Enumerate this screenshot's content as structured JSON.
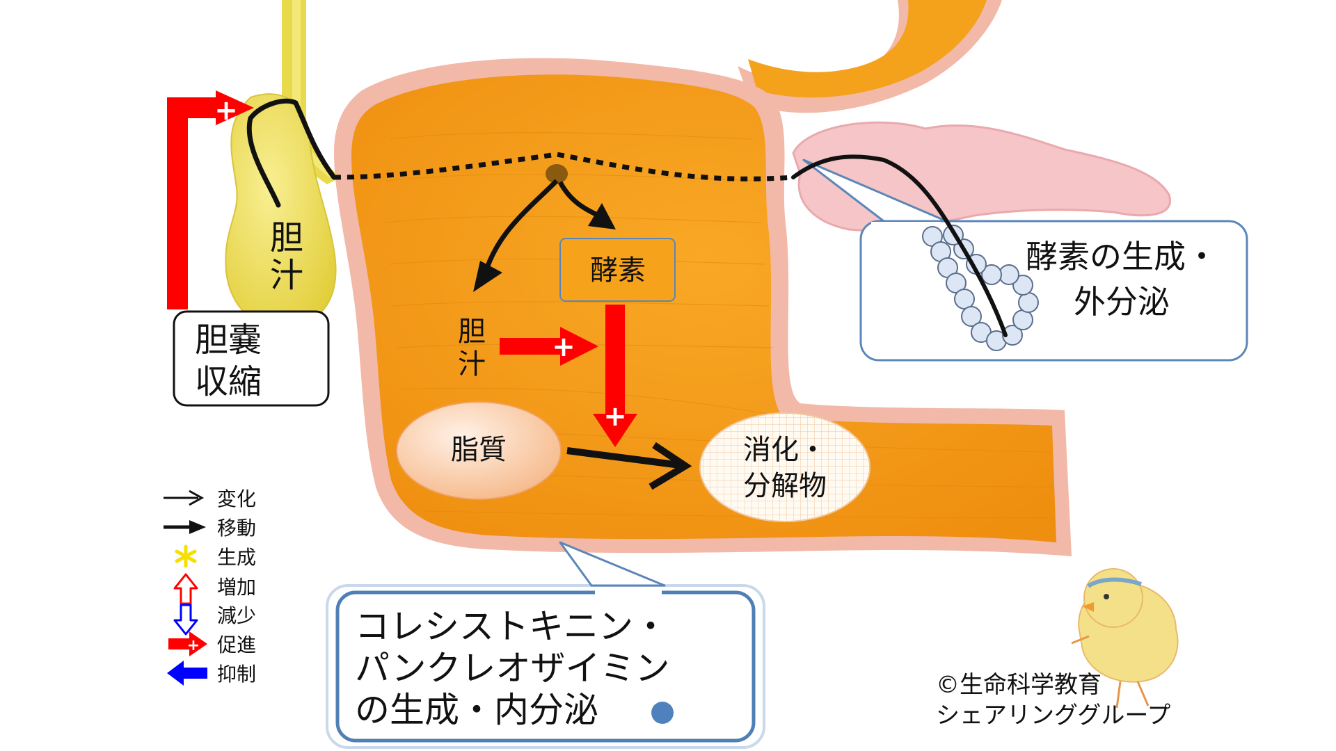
{
  "labels": {
    "bile_gallbladder": [
      "胆",
      "汁"
    ],
    "gallbladder_contraction": [
      "胆嚢",
      "収縮"
    ],
    "enzyme": "酵素",
    "bile_duodenum": [
      "胆",
      "汁"
    ],
    "fat": "脂質",
    "products": [
      "消化・",
      "分解物"
    ],
    "enzyme_secretion": [
      "酵素の生成・",
      "外分泌"
    ],
    "hormone": [
      "コレシストキニン・",
      "パンクレオザイミン",
      "の生成・内分泌"
    ]
  },
  "legend": [
    {
      "label": "変化",
      "icon": "thin-arrow-icon"
    },
    {
      "label": "移動",
      "icon": "bold-arrow-icon"
    },
    {
      "label": "生成",
      "icon": "asterisk-icon"
    },
    {
      "label": "増加",
      "icon": "up-arrow-icon"
    },
    {
      "label": "減少",
      "icon": "down-arrow-icon"
    },
    {
      "label": "促進",
      "icon": "promote-arrow-icon"
    },
    {
      "label": "抑制",
      "icon": "inhibit-arrow-icon"
    }
  ],
  "copyright": [
    "©生命科学教育",
    "シェアリンググループ"
  ],
  "colors": {
    "duodenum": "#f7a21b",
    "duodenum_rim": "#f2b8a8",
    "gallbladder": "#f2e36a",
    "pancreas": "#f6c5c8",
    "promote": "#ff0000",
    "inhibit": "#0000ff",
    "callout_border": "#5b86b8",
    "hormone_dot": "#4f81bd"
  }
}
